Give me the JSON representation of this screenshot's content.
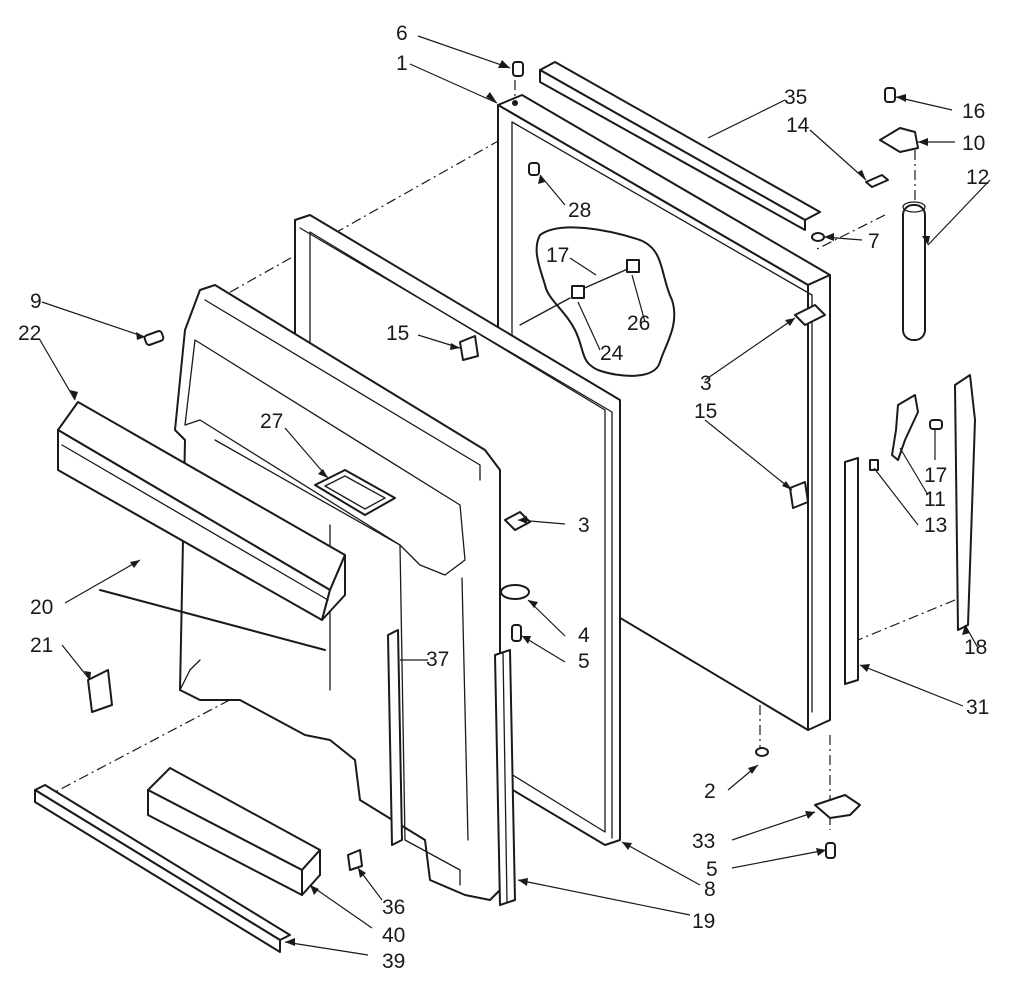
{
  "diagram": {
    "type": "exploded-parts-view",
    "callouts": [
      {
        "id": "c6a",
        "text": "6"
      },
      {
        "id": "c1",
        "text": "1"
      },
      {
        "id": "c35",
        "text": "35"
      },
      {
        "id": "c16",
        "text": "16"
      },
      {
        "id": "c14",
        "text": "14"
      },
      {
        "id": "c10",
        "text": "10"
      },
      {
        "id": "c12",
        "text": "12"
      },
      {
        "id": "c28",
        "text": "28"
      },
      {
        "id": "c7",
        "text": "7"
      },
      {
        "id": "c17a",
        "text": "17"
      },
      {
        "id": "c26",
        "text": "26"
      },
      {
        "id": "c24",
        "text": "24"
      },
      {
        "id": "c9",
        "text": "9"
      },
      {
        "id": "c22",
        "text": "22"
      },
      {
        "id": "c15a",
        "text": "15"
      },
      {
        "id": "c3a",
        "text": "3"
      },
      {
        "id": "c15b",
        "text": "15"
      },
      {
        "id": "c27",
        "text": "27"
      },
      {
        "id": "c17b",
        "text": "17"
      },
      {
        "id": "c11",
        "text": "11"
      },
      {
        "id": "c13",
        "text": "13"
      },
      {
        "id": "c3b",
        "text": "3"
      },
      {
        "id": "c20",
        "text": "20"
      },
      {
        "id": "c4",
        "text": "4"
      },
      {
        "id": "c5a",
        "text": "5"
      },
      {
        "id": "c37",
        "text": "37"
      },
      {
        "id": "c21",
        "text": "21"
      },
      {
        "id": "c18",
        "text": "18"
      },
      {
        "id": "c31",
        "text": "31"
      },
      {
        "id": "c2",
        "text": "2"
      },
      {
        "id": "c33",
        "text": "33"
      },
      {
        "id": "c5b",
        "text": "5"
      },
      {
        "id": "c8",
        "text": "8"
      },
      {
        "id": "c36",
        "text": "36"
      },
      {
        "id": "c40",
        "text": "40"
      },
      {
        "id": "c19",
        "text": "19"
      },
      {
        "id": "c39",
        "text": "39"
      }
    ]
  }
}
